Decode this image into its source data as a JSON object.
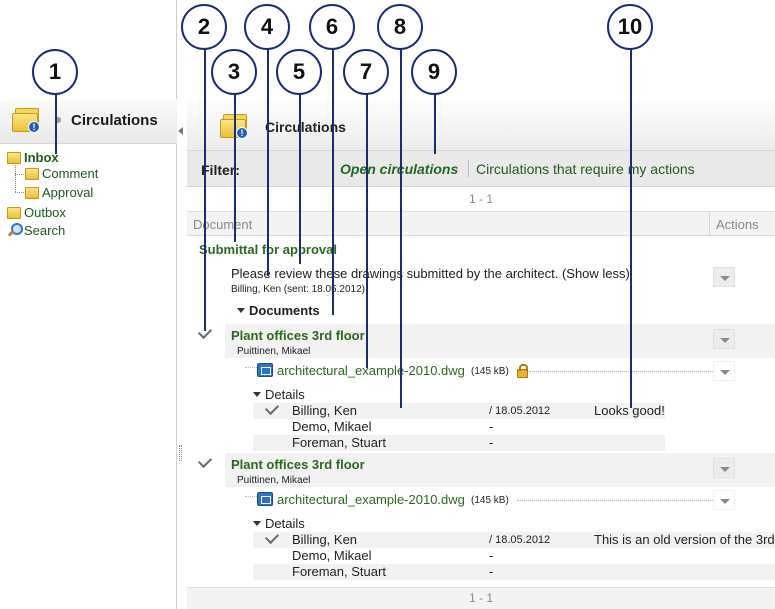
{
  "sidebar": {
    "title": "Circulations",
    "items": [
      {
        "label": "Inbox"
      },
      {
        "label": "Comment"
      },
      {
        "label": "Approval"
      },
      {
        "label": "Outbox"
      },
      {
        "label": "Search"
      }
    ]
  },
  "main": {
    "title": "Circulations",
    "filter": {
      "label": "Filter:",
      "open_label": "Open circulations",
      "require_label": "Circulations that require my actions"
    },
    "pager": "1 - 1",
    "columns": {
      "document": "Document",
      "actions": "Actions"
    },
    "circulation": {
      "title": "Submittal for approval",
      "message": "Please review these drawings submitted by the architect. (Show less)",
      "sender": "Billing, Ken (sent: 18.05.2012)",
      "documents_label": "Documents"
    },
    "documents": [
      {
        "title": "Plant offices 3rd floor",
        "owner": "Puittinen, Mikael",
        "file": "architectural_example-2010.dwg",
        "size": "(145 kB)",
        "details_label": "Details",
        "reviewers": [
          {
            "name": "Billing, Ken",
            "date": "/ 18.05.2012",
            "comment": "Looks good!"
          },
          {
            "name": "Demo, Mikael",
            "date": "-",
            "comment": ""
          },
          {
            "name": "Foreman, Stuart",
            "date": "-",
            "comment": ""
          }
        ]
      },
      {
        "title": "Plant offices 3rd floor",
        "owner": "Puittinen, Mikael",
        "file": "architectural_example-2010.dwg",
        "size": "(145 kB)",
        "details_label": "Details",
        "reviewers": [
          {
            "name": "Billing, Ken",
            "date": "/ 18.05.2012",
            "comment": "This is an old version of the 3rd"
          },
          {
            "name": "Demo, Mikael",
            "date": "-",
            "comment": ""
          },
          {
            "name": "Foreman, Stuart",
            "date": "-",
            "comment": ""
          }
        ]
      }
    ]
  },
  "callouts": [
    "1",
    "2",
    "3",
    "4",
    "5",
    "6",
    "7",
    "8",
    "9",
    "10"
  ],
  "colors": {
    "accent_green": "#2a6a1e",
    "callout_border": "#1a2e6e"
  }
}
